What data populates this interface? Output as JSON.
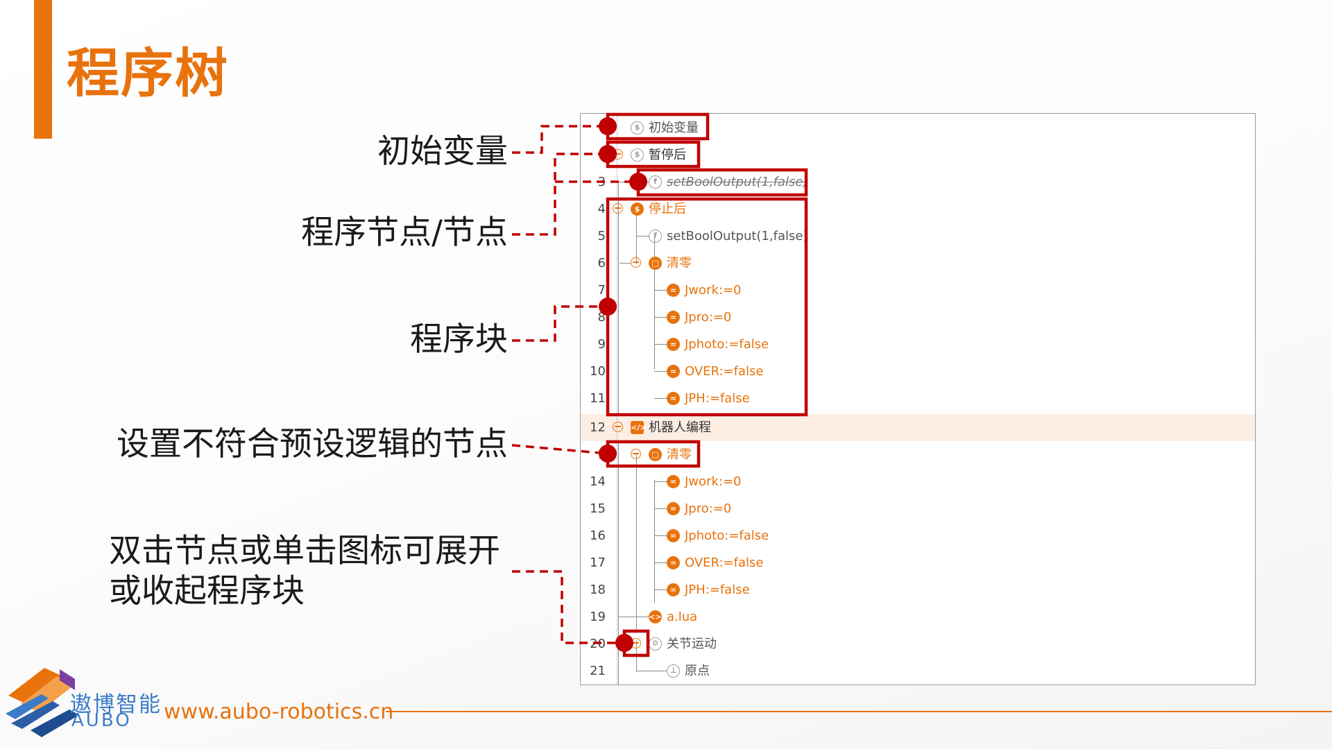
{
  "slide": {
    "title": "程序树",
    "labels": {
      "initial_vars": "初始变量",
      "program_node": "程序节点/节点",
      "program_block": "程序块",
      "invalid_node": "设置不符合预设逻辑的节点",
      "expand_hint_line1": "双击节点或单击图标可展开",
      "expand_hint_line2": "或收起程序块"
    }
  },
  "tree": {
    "rows": [
      {
        "line": "",
        "label": "初始变量"
      },
      {
        "line": "",
        "label": "暂停后"
      },
      {
        "line": "3",
        "label": "setBoolOutput(1,false)"
      },
      {
        "line": "4",
        "label": "停止后"
      },
      {
        "line": "5",
        "label": "setBoolOutput(1,false)"
      },
      {
        "line": "6",
        "label": "清零"
      },
      {
        "line": "7",
        "label": "Jwork:=0"
      },
      {
        "line": "8",
        "label": "Jpro:=0"
      },
      {
        "line": "9",
        "label": "Jphoto:=false"
      },
      {
        "line": "10",
        "label": "OVER:=false"
      },
      {
        "line": "11",
        "label": "JPH:=false"
      },
      {
        "line": "12",
        "label": "机器人编程"
      },
      {
        "line": "1",
        "label": "清零"
      },
      {
        "line": "14",
        "label": "Jwork:=0"
      },
      {
        "line": "15",
        "label": "Jpro:=0"
      },
      {
        "line": "16",
        "label": "Jphoto:=false"
      },
      {
        "line": "17",
        "label": "OVER:=false"
      },
      {
        "line": "18",
        "label": "JPH:=false"
      },
      {
        "line": "19",
        "label": "a.lua"
      },
      {
        "line": "20",
        "label": "关节运动"
      },
      {
        "line": "21",
        "label": "原点"
      }
    ]
  },
  "branding": {
    "company_cn": "遨博智能",
    "company_en": "AUBO",
    "website": "www.aubo-robotics.cn"
  },
  "colors": {
    "accent": "#e8720c",
    "annotation": "#c00000",
    "brand_blue": "#3b7cc9",
    "row_highlight": "#fdeee3"
  }
}
